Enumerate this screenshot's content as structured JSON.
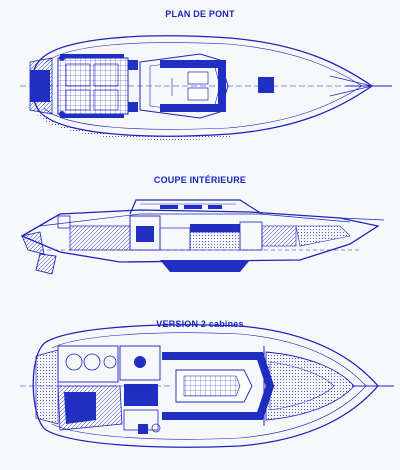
{
  "sections": {
    "deck_plan": {
      "title": "PLAN DE PONT"
    },
    "interior_section": {
      "title": "COUPE INTÉRIEURE"
    },
    "two_cabin_version": {
      "title": "VERSION 2 cabines"
    }
  },
  "colors": {
    "ink": "#1a25b8",
    "fill": "#1e2fc2",
    "paper": "#f7f8fc"
  }
}
